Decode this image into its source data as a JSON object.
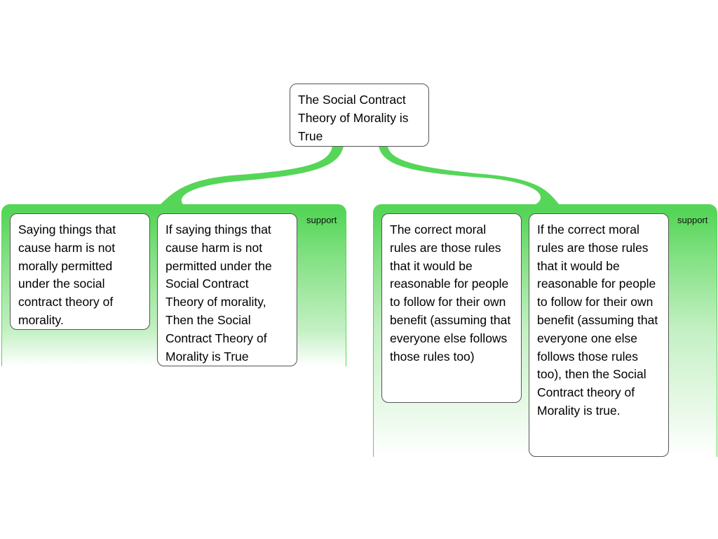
{
  "colors": {
    "support": "#55d658"
  },
  "root": {
    "text": "The Social Contract Theory of Morality is True"
  },
  "groups": [
    {
      "label": "support",
      "premises": [
        "Saying things that cause harm is not morally permitted under the social contract theory of morality.",
        "If saying things that cause harm is not permitted under the Social Contract Theory of morality, Then the Social Contract Theory of Morality is True"
      ]
    },
    {
      "label": "support",
      "premises": [
        "The correct moral rules are those rules that it would be reasonable for people to follow for their own benefit (assuming that everyone else follows those rules too)",
        "If the correct moral rules are those rules that it would be reasonable for people to follow for their own benefit (assuming that everyone one else follows those rules too), then the Social Contract theory of Morality is true."
      ]
    }
  ]
}
